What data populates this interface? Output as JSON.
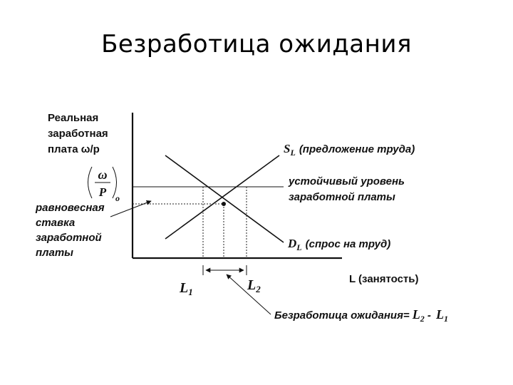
{
  "title": "Безработица ожидания",
  "y_axis_label": [
    "Реальная",
    "заработная",
    "плата ω/p"
  ],
  "eq_rate_label": [
    "равновесная",
    "ставка",
    "заработной",
    "платы"
  ],
  "frac_num": "ω",
  "frac_den": "P",
  "frac_sub": "o",
  "supply_symbol": "S",
  "supply_sub": "L",
  "supply_text": "(предложение труда)",
  "demand_symbol": "D",
  "demand_sub": "L",
  "demand_text": "(спрос на труд)",
  "sticky_wage_label": [
    "устойчивый уровень",
    "заработной платы"
  ],
  "x_axis_label": "L (занятость)",
  "l1_label": "L",
  "l1_sub": "1",
  "l2_label": "L",
  "l2_sub": "2",
  "formula_text": "Безработица ожидания=",
  "formula_l2": "L",
  "formula_l2_sub": "2",
  "formula_minus": " - ",
  "formula_l1": "L",
  "formula_l1_sub": "1"
}
